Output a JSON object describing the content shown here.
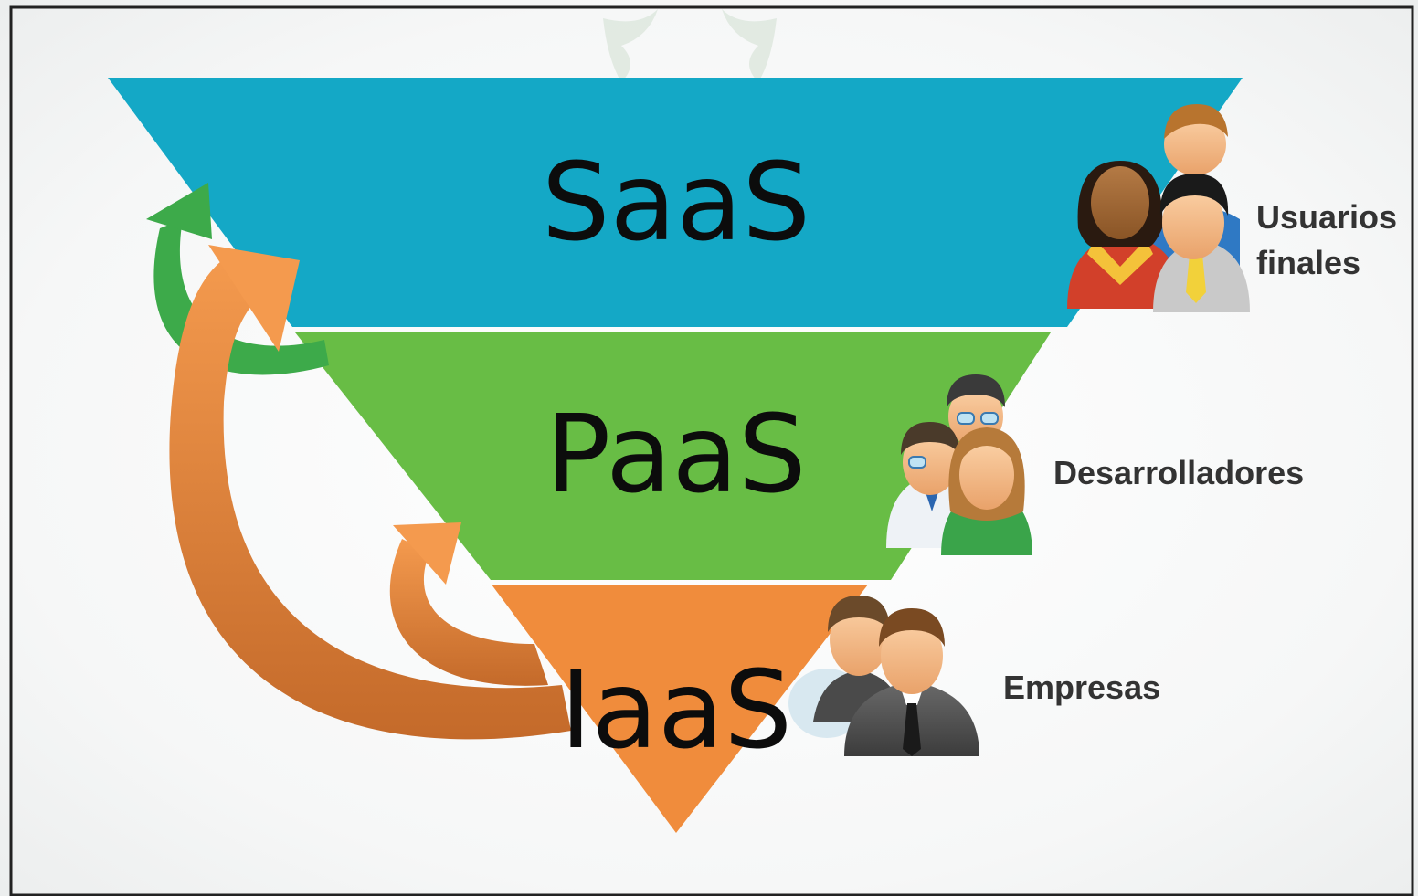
{
  "layers": [
    {
      "label": "SaaS",
      "color": "#14a8c6"
    },
    {
      "label": "PaaS",
      "color": "#68bd45"
    },
    {
      "label": "IaaS",
      "color": "#f08c3c"
    }
  ],
  "groups": [
    {
      "label_line1": "Usuarios",
      "label_line2": "finales",
      "icon": "end-users-icon"
    },
    {
      "label": "Desarrolladores",
      "icon": "developers-icon"
    },
    {
      "label": "Empresas",
      "icon": "business-people-icon"
    }
  ],
  "arrows": [
    {
      "from": "PaaS",
      "to": "SaaS",
      "color": "#3daa4a"
    },
    {
      "from": "IaaS",
      "to": "SaaS",
      "color": "#ef8a3a"
    },
    {
      "from": "IaaS",
      "to": "PaaS",
      "color": "#ef8a3a"
    }
  ]
}
